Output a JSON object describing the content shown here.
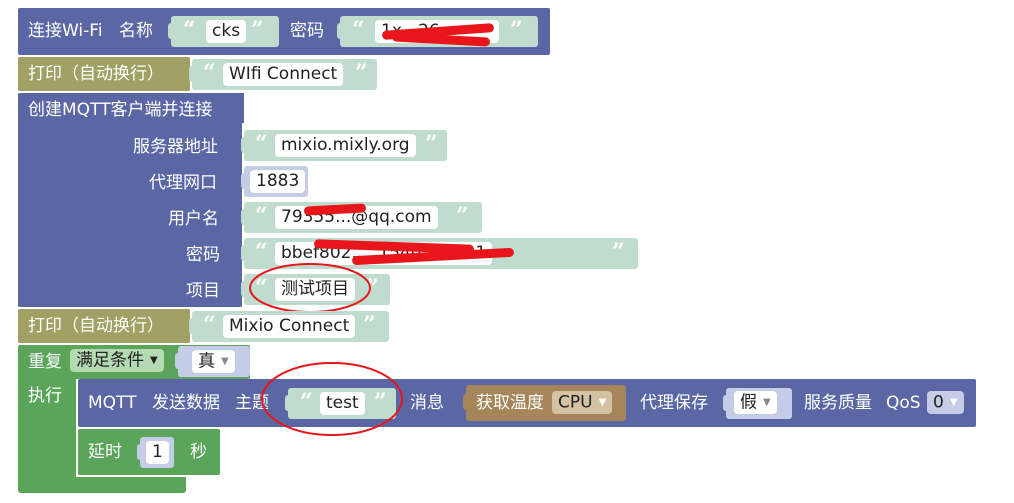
{
  "wifi": {
    "label": "连接Wi-Fi",
    "name_label": "名称",
    "name_value": "cks",
    "pwd_label": "密码",
    "pwd_value": "1x...26"
  },
  "print1": {
    "label": "打印（自动换行）",
    "value": "WIfi Connect"
  },
  "mqtt": {
    "title": "创建MQTT客户端并连接",
    "server_label": "服务器地址",
    "server_value": "mixio.mixly.org",
    "port_label": "代理网口",
    "port_value": "1883",
    "user_label": "用户名",
    "user_value": "79355...@qq.com",
    "pwd_label": "密码",
    "pwd_value": "bbef802.....154d5ad221",
    "project_label": "项目",
    "project_value": "测试项目"
  },
  "print2": {
    "label": "打印（自动换行）",
    "value": "Mixio Connect"
  },
  "loop": {
    "label": "重复",
    "mode": "满足条件",
    "cond": "真",
    "do_label": "执行"
  },
  "send": {
    "prefix": "MQTT",
    "action": "发送数据",
    "topic_label": "主题",
    "topic_value": "test",
    "msg_label": "消息",
    "temp_label": "获取温度",
    "temp_source": "CPU",
    "retain_label": "代理保存",
    "retain_value": "假",
    "qos_label": "服务质量",
    "qos_prefix": "QoS",
    "qos_value": "0"
  },
  "delay": {
    "label": "延时",
    "value": "1",
    "unit": "秒"
  },
  "quote_open": "“",
  "quote_close": "”",
  "colors": {
    "blue": "#5b67a5",
    "olive": "#a1a065",
    "green": "#5ba55b",
    "text_slot": "#bfdccf",
    "num_slot": "#c5cde6",
    "brown": "#a5865b"
  }
}
